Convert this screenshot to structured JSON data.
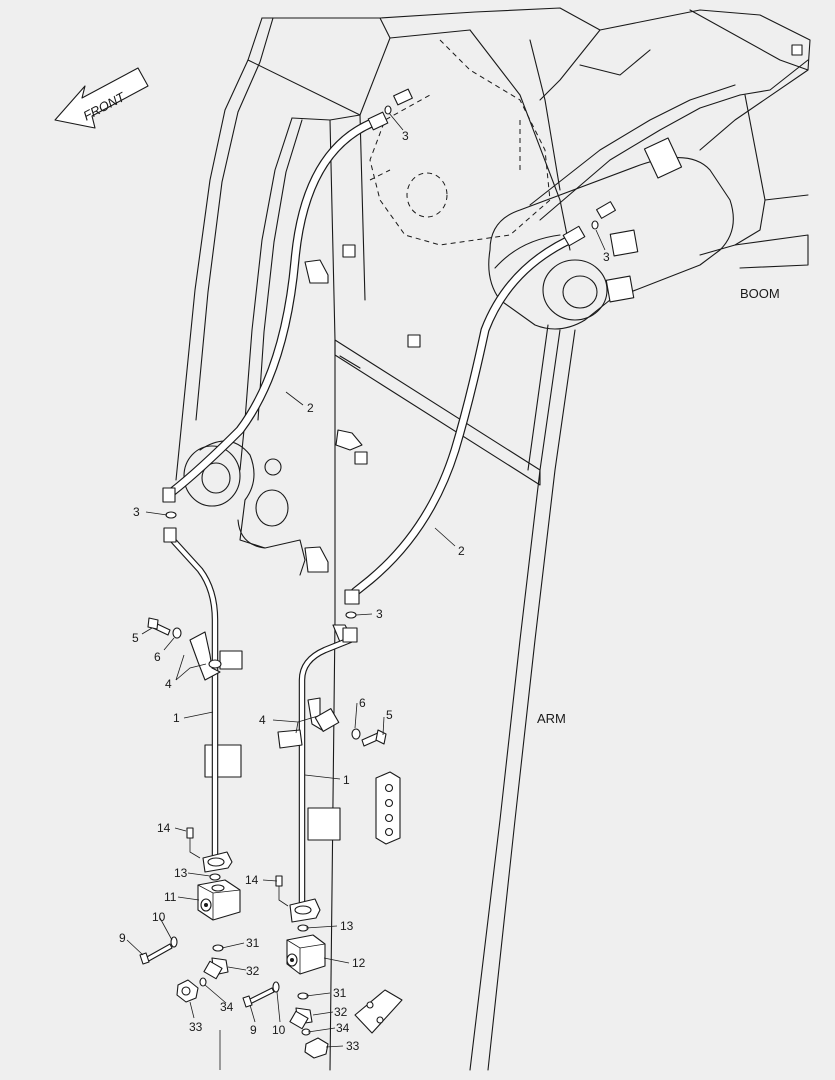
{
  "labels": {
    "front": "FRONT",
    "boom": "BOOM",
    "arm": "ARM"
  },
  "callouts": {
    "c3_top": "3",
    "c3_right": "3",
    "c3_left": "3",
    "c3_mid": "3",
    "c2_upper": "2",
    "c2_lower": "2",
    "c5_left": "5",
    "c6_left": "6",
    "c4_left": "4",
    "c1_left": "1",
    "c6_right": "6",
    "c5_right": "5",
    "c4_right": "4",
    "c1_right": "1",
    "c14_left": "14",
    "c13_left": "13",
    "c11": "11",
    "c10_left": "10",
    "c9_left": "9",
    "c31_left": "31",
    "c32_left": "32",
    "c33_left": "33",
    "c34_left": "34",
    "c14_right": "14",
    "c13_right": "13",
    "c12": "12",
    "c31_right": "31",
    "c9_right": "9",
    "c10_right": "10",
    "c32_right": "32",
    "c34_right": "34",
    "c33_right": "33"
  }
}
